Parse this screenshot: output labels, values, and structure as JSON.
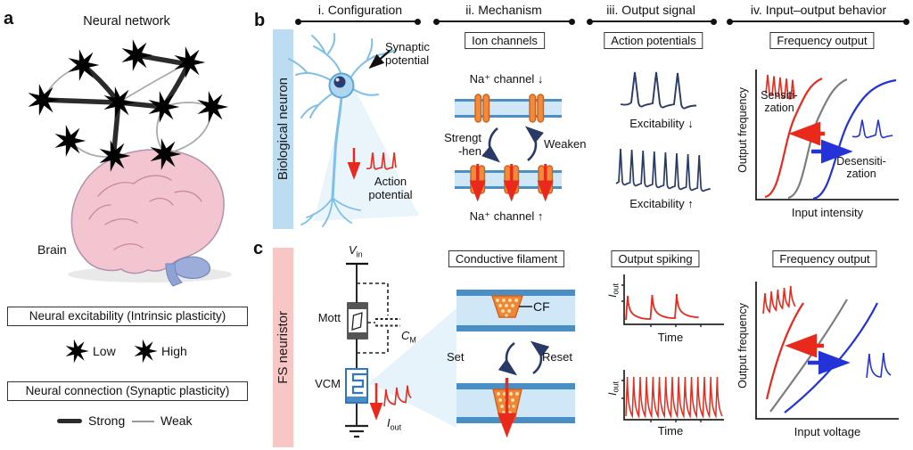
{
  "colors": {
    "excitatory_red": "#ee5447",
    "inhibitory_blue": "#6db3e2",
    "spike_navy": "#2a3a66",
    "signal_red": "#e8291c",
    "curve_gray": "#7d7d7d",
    "curve_blue": "#2433d8",
    "band_blue": "#bcdcf2",
    "band_pink": "#f9c6c6",
    "membrane_blue": "#cfe7f7",
    "channel_orange": "#f08a3c"
  },
  "panel_a": {
    "label": "a",
    "title": "Neural network",
    "brain_label": "Brain",
    "legend_excitability": {
      "title": "Neural excitability (Intrinsic plasticity)",
      "low_label": "Low",
      "high_label": "High"
    },
    "legend_connection": {
      "title": "Neural connection (Synaptic plasticity)",
      "strong_label": "Strong",
      "weak_label": "Weak"
    }
  },
  "headers": {
    "i": "i. Configuration",
    "ii": "ii. Mechanism",
    "iii": "iii. Output signal",
    "iv": "iv. Input–output behavior"
  },
  "panel_b": {
    "label": "b",
    "row_label": "Biological neuron",
    "configuration": {
      "synaptic_line1": "Synaptic",
      "synaptic_line2": "potential",
      "action_line1": "Action",
      "action_line2": "potential"
    },
    "mechanism": {
      "box_label": "Ion channels",
      "channel_down": "Na⁺ channel ↓",
      "channel_up": "Na⁺ channel ↑",
      "strengthen_line1": "Strengt",
      "strengthen_line2": "-hen",
      "weaken": "Weaken"
    },
    "output_signal": {
      "box_label": "Action potentials",
      "excitability_down": "Excitability ↓",
      "excitability_up": "Excitability ↑"
    },
    "io_behavior": {
      "box_label": "Frequency output",
      "sensitization_line1": "Sensiti-",
      "sensitization_line2": "zation",
      "desensitization_line1": "Desensiti-",
      "desensitization_line2": "zation",
      "ylabel": "Output frequency",
      "xlabel": "Input intensity"
    }
  },
  "panel_c": {
    "label": "c",
    "row_label": "FS neuristor",
    "configuration": {
      "vin_main": "V",
      "vin_sub": "in",
      "mott": "Mott",
      "cm_main": "C",
      "cm_sub": "M",
      "vcm": "VCM",
      "iout_main": "I",
      "iout_sub": "out"
    },
    "mechanism": {
      "box_label": "Conductive filament",
      "cf": "CF",
      "set": "Set",
      "reset": "Reset"
    },
    "output_signal": {
      "box_label": "Output spiking",
      "iout_main": "I",
      "iout_sub": "out",
      "time1": "Time",
      "time2": "Time"
    },
    "io_behavior": {
      "box_label": "Frequency output",
      "ylabel": "Output frequency",
      "xlabel": "Input voltage"
    }
  }
}
